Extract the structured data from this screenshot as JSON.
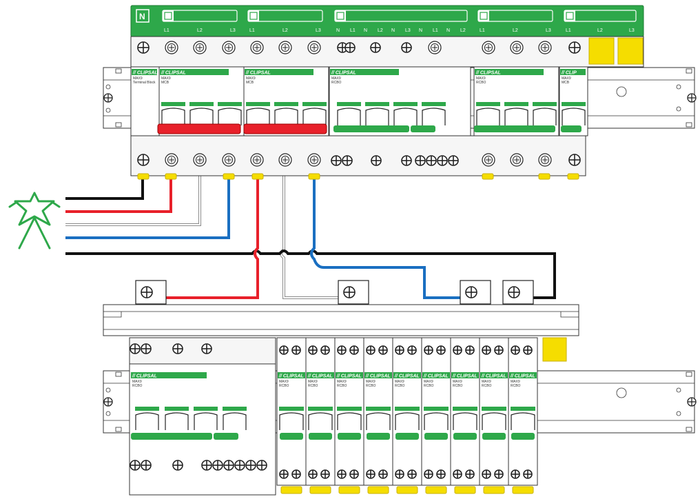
{
  "neutral_bar": {
    "n_label": "N",
    "groups": [
      {
        "icon": "supply-icon",
        "phases": [
          "L1",
          "L2",
          "L3"
        ]
      },
      {
        "icon": "house-icon",
        "phases": [
          "L1",
          "L2",
          "L3"
        ]
      },
      {
        "icon": "rcbo-icon",
        "phases": [
          "N",
          "L1",
          "N",
          "L2",
          "N",
          "L3",
          "N",
          "L1",
          "N",
          "L2"
        ]
      },
      {
        "icon": "solar-icon",
        "phases": [
          "L1",
          "L2",
          "L3"
        ]
      },
      {
        "icon": "battery-icon",
        "phases": [
          "L1",
          "L2",
          "L3"
        ]
      }
    ]
  },
  "top_devices": [
    {
      "brand": "CLIPSAL",
      "model": "MAX9",
      "type": "Terminal Block"
    },
    {
      "brand": "CLIPSAL",
      "model": "MAX9",
      "type": "MCB"
    },
    {
      "brand": "CLIPSAL",
      "model": "MAX9",
      "type": "MCB"
    },
    {
      "brand": "CLIPSAL",
      "model": "MAX9",
      "type": "RCBO"
    },
    {
      "brand": "CLIPSAL",
      "model": "MAX9",
      "type": "RCBO"
    },
    {
      "brand": "CLIP",
      "model": "MAX9",
      "type": "MCB"
    }
  ],
  "bottom_devices": {
    "main": {
      "brand": "CLIPSAL",
      "model": "MAX9",
      "type": "RCBO"
    },
    "rcbo_count": 9,
    "rcbo_brand": "CLIPSAL",
    "rcbo_model": "MAX9",
    "rcbo_type": "RCBO"
  },
  "colors": {
    "green": "#2ea84a",
    "red": "#e8202a",
    "blue": "#1a6fc1",
    "black": "#111111",
    "yellow": "#f5dd00",
    "grey": "#9a9a9a"
  }
}
